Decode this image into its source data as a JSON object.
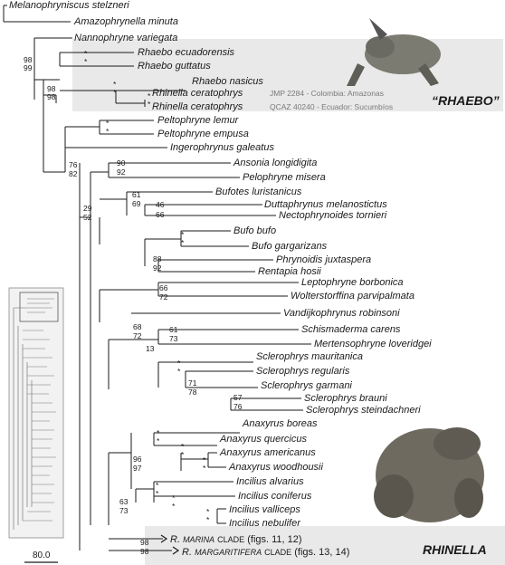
{
  "taxa": [
    "Melanophryniscus stelzneri",
    "Amazophrynella minuta",
    "Nannophryne variegata",
    "Rhaebo ecuadorensis",
    "Rhaebo guttatus",
    "Rhaebo nasicus",
    "Rhinella ceratophrys",
    "Rhinella ceratophrys",
    "Peltophryne lemur",
    "Peltophryne empusa",
    "Ingerophrynus galeatus",
    "Ansonia longidigita",
    "Pelophryne misera",
    "Bufotes luristanicus",
    "Duttaphrynus melanostictus",
    "Nectophrynoides tornieri",
    "Bufo bufo",
    "Bufo gargarizans",
    "Phrynoidis juxtaspera",
    "Rentapia hosii",
    "Leptophryne borbonica",
    "Wolterstorffina parvipalmata",
    "Vandijkophrynus robinsoni",
    "Schismaderma carens",
    "Mertensophryne loveridgei",
    "Sclerophrys mauritanica",
    "Sclerophrys regularis",
    "Sclerophrys garmani",
    "Sclerophrys brauni",
    "Sclerophrys steindachneri",
    "Anaxyrus boreas",
    "Anaxyrus quercicus",
    "Anaxyrus americanus",
    "Anaxyrus woodhousii",
    "Incilius alvarius",
    "Incilius coniferus",
    "Incilius valliceps",
    "Incilius nebulifer"
  ],
  "specimen_notes": [
    "JMP 2284 - Colombia: Amazonas",
    "QCAZ 40240 - Ecuador: Sucumbíos"
  ],
  "groups": {
    "rhaebo": "“RHAEBO”",
    "rhinella": "RHINELLA"
  },
  "clades": [
    {
      "genus": "R. ",
      "name": "MARINA",
      "suffix": "CLADE",
      "figs": "(figs. 11, 12)"
    },
    {
      "genus": "R. ",
      "name": "MARGARITIFERA",
      "suffix": "CLADE",
      "figs": "(figs. 13, 14)"
    }
  ],
  "support": {
    "nannophryne_node": [
      "98",
      "99"
    ],
    "rhaebo_eg": [
      "*",
      "*"
    ],
    "rhaebo_group": [
      "98",
      "98"
    ],
    "rhaebo_nc": [
      "*",
      "*"
    ],
    "rhinella_pair": [
      "*",
      "*"
    ],
    "peltophryne": [
      "*",
      "*"
    ],
    "ingero_node": [
      "76",
      "82"
    ],
    "ansonia": [
      "90",
      "92"
    ],
    "big_node": [
      "29",
      "52"
    ],
    "bufotes": [
      "61",
      "69"
    ],
    "duttaphrynus": [
      "46",
      "66"
    ],
    "bufo": [
      "*",
      "*"
    ],
    "phrynoidis": [
      "88",
      "92"
    ],
    "lepto": [
      "66",
      "72"
    ],
    "vandijk": [
      "68",
      "72"
    ],
    "schisma": [
      "61",
      "73"
    ],
    "thirteen": [
      "13"
    ],
    "scleroA": [
      "*",
      "*"
    ],
    "scleroB": [
      "71",
      "78"
    ],
    "scleroC": [
      "57",
      "76"
    ],
    "anax1": [
      "*",
      "*"
    ],
    "anax2": [
      "*",
      "*"
    ],
    "anax3": [
      "*",
      "*"
    ],
    "americas": [
      "96",
      "97"
    ],
    "incilius1": [
      "*",
      "*"
    ],
    "incilius2": [
      "*",
      "*"
    ],
    "incilius3": [
      "*",
      "*"
    ],
    "node63": [
      "63",
      "73"
    ],
    "node98a": [
      "98",
      "98"
    ]
  },
  "scale_label": "80.0",
  "colors": {
    "box_fill": "#e9e9e9",
    "branch": "#1a1a1a",
    "note_text": "#7a7a7a"
  }
}
